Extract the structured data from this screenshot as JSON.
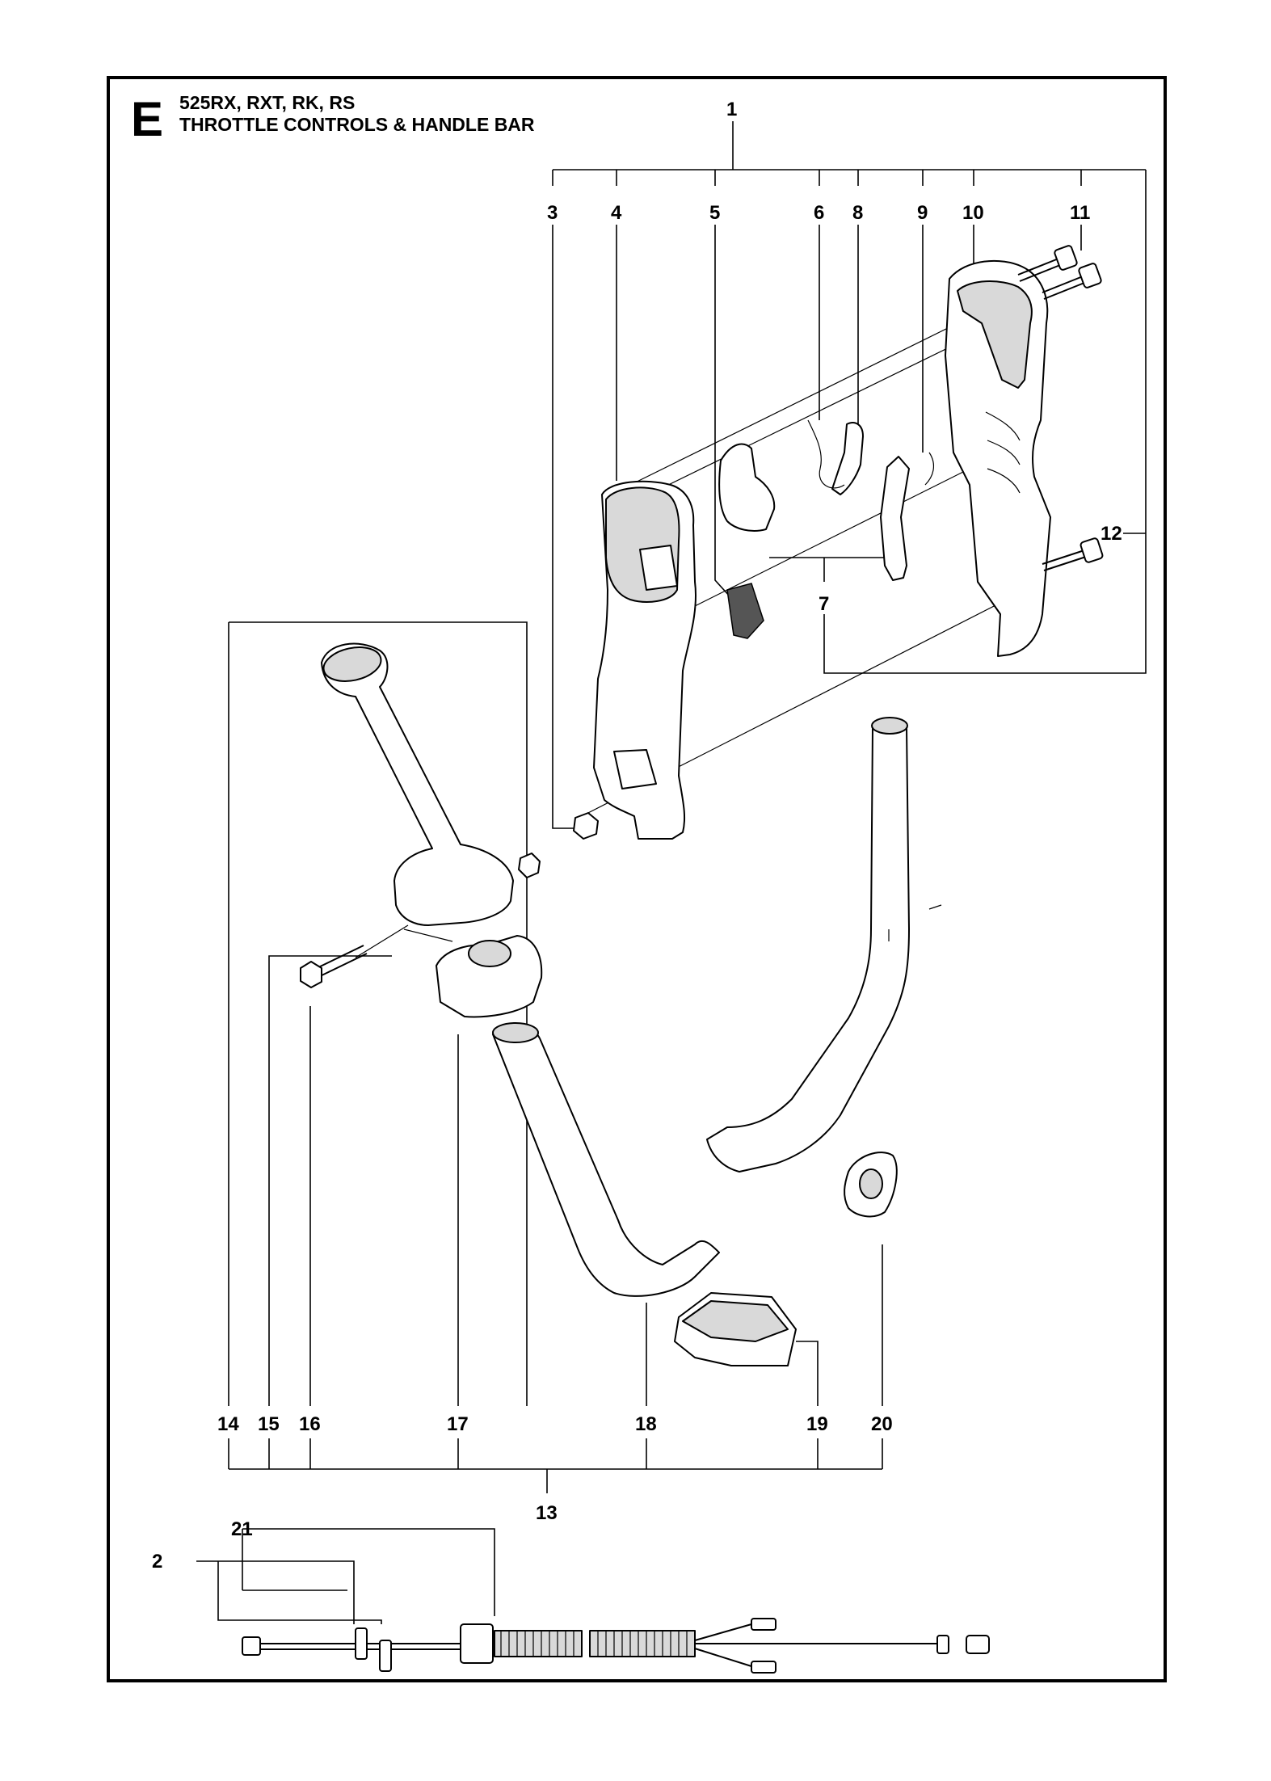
{
  "header": {
    "section_letter": "E",
    "models": "525RX, RXT, RK, RS",
    "title": "THROTTLE CONTROLS & HANDLE BAR"
  },
  "callouts": {
    "c1": "1",
    "c2": "2",
    "c3": "3",
    "c4": "4",
    "c5": "5",
    "c6": "6",
    "c7": "7",
    "c8": "8",
    "c9": "9",
    "c10": "10",
    "c11": "11",
    "c12": "12",
    "c13": "13",
    "c14": "14",
    "c15": "15",
    "c16": "16",
    "c17": "17",
    "c18": "18",
    "c19": "19",
    "c20": "20",
    "c21": "21"
  }
}
